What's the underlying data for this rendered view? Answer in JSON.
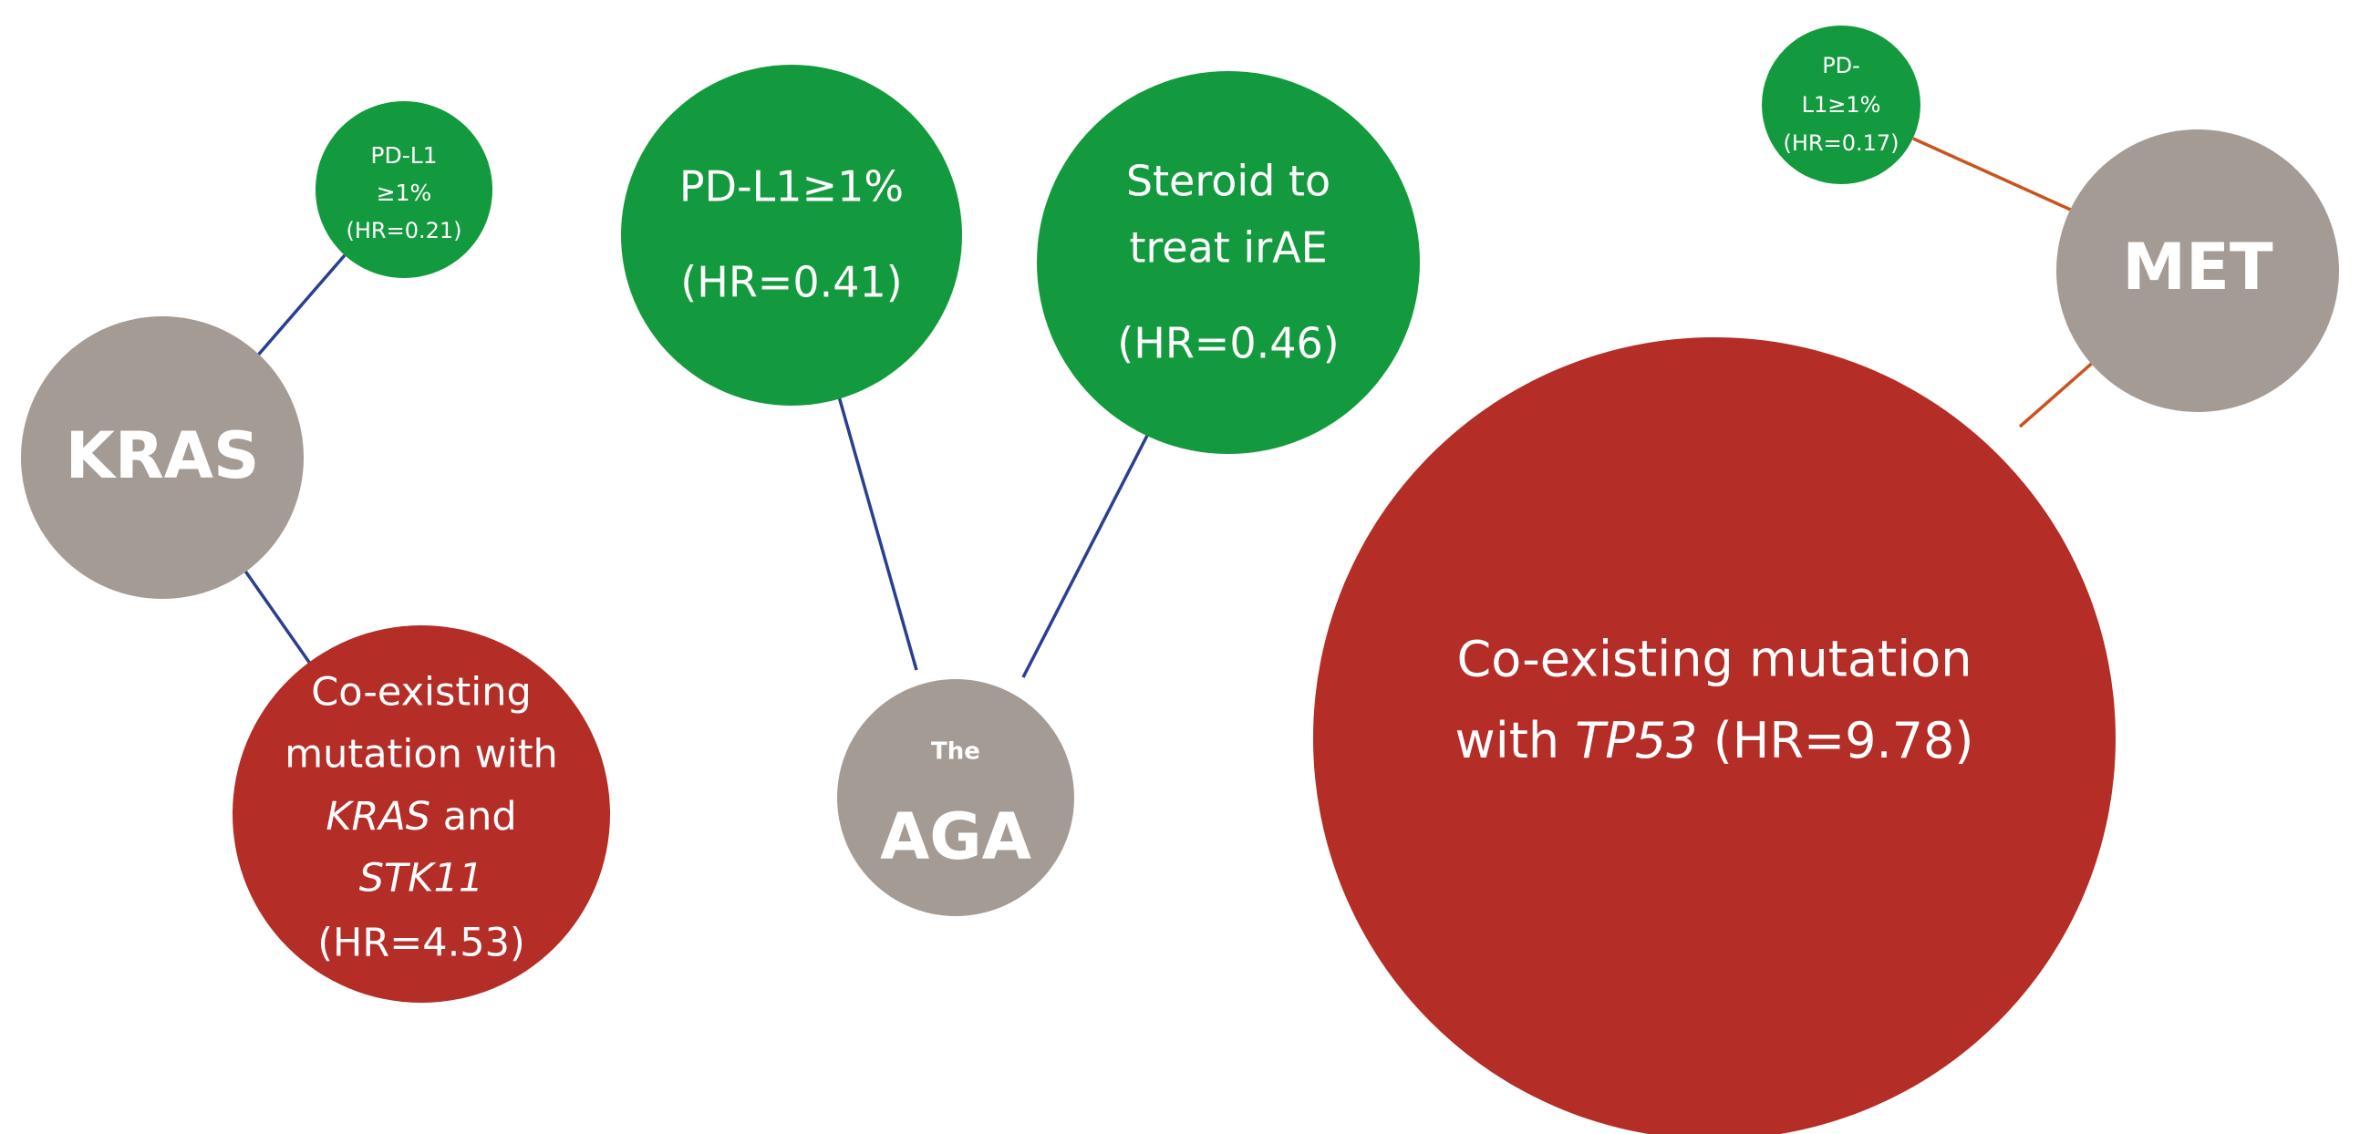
{
  "colors": {
    "hub": "#a59b95",
    "protective": "#149a3e",
    "risk": "#b42d27",
    "link_left": "#2a3f8f",
    "link_right": "#c8541f",
    "text": "#ffffff"
  },
  "hubs": {
    "kras": {
      "label": "KRAS"
    },
    "aga": {
      "label_small": "The",
      "label_large": "AGA"
    },
    "met": {
      "label": "MET"
    }
  },
  "nodes": {
    "kras_pdl1": {
      "line1": "PD-L1",
      "line2": "≥1%",
      "line3": "(HR=0.21)"
    },
    "kras_coexist": {
      "line1": "Co-existing",
      "line2": "mutation with",
      "line3_gene": "KRAS",
      "line3_rest": " and",
      "line4_gene": "STK11",
      "line5": "(HR=4.53)"
    },
    "aga_pdl1": {
      "line1": "PD-L1≥1%",
      "line2": "(HR=0.41)"
    },
    "aga_steroid": {
      "line1": "Steroid to",
      "line2": "treat irAE",
      "line3": "(HR=0.46)"
    },
    "met_pdl1": {
      "line1": "PD-",
      "line2": "L1≥1%",
      "line3": "(HR=0.17)"
    },
    "met_tp53": {
      "line1": "Co-existing mutation",
      "line2_pre": "with ",
      "line2_gene": "TP53",
      "line2_post": " (HR=9.78)"
    }
  }
}
